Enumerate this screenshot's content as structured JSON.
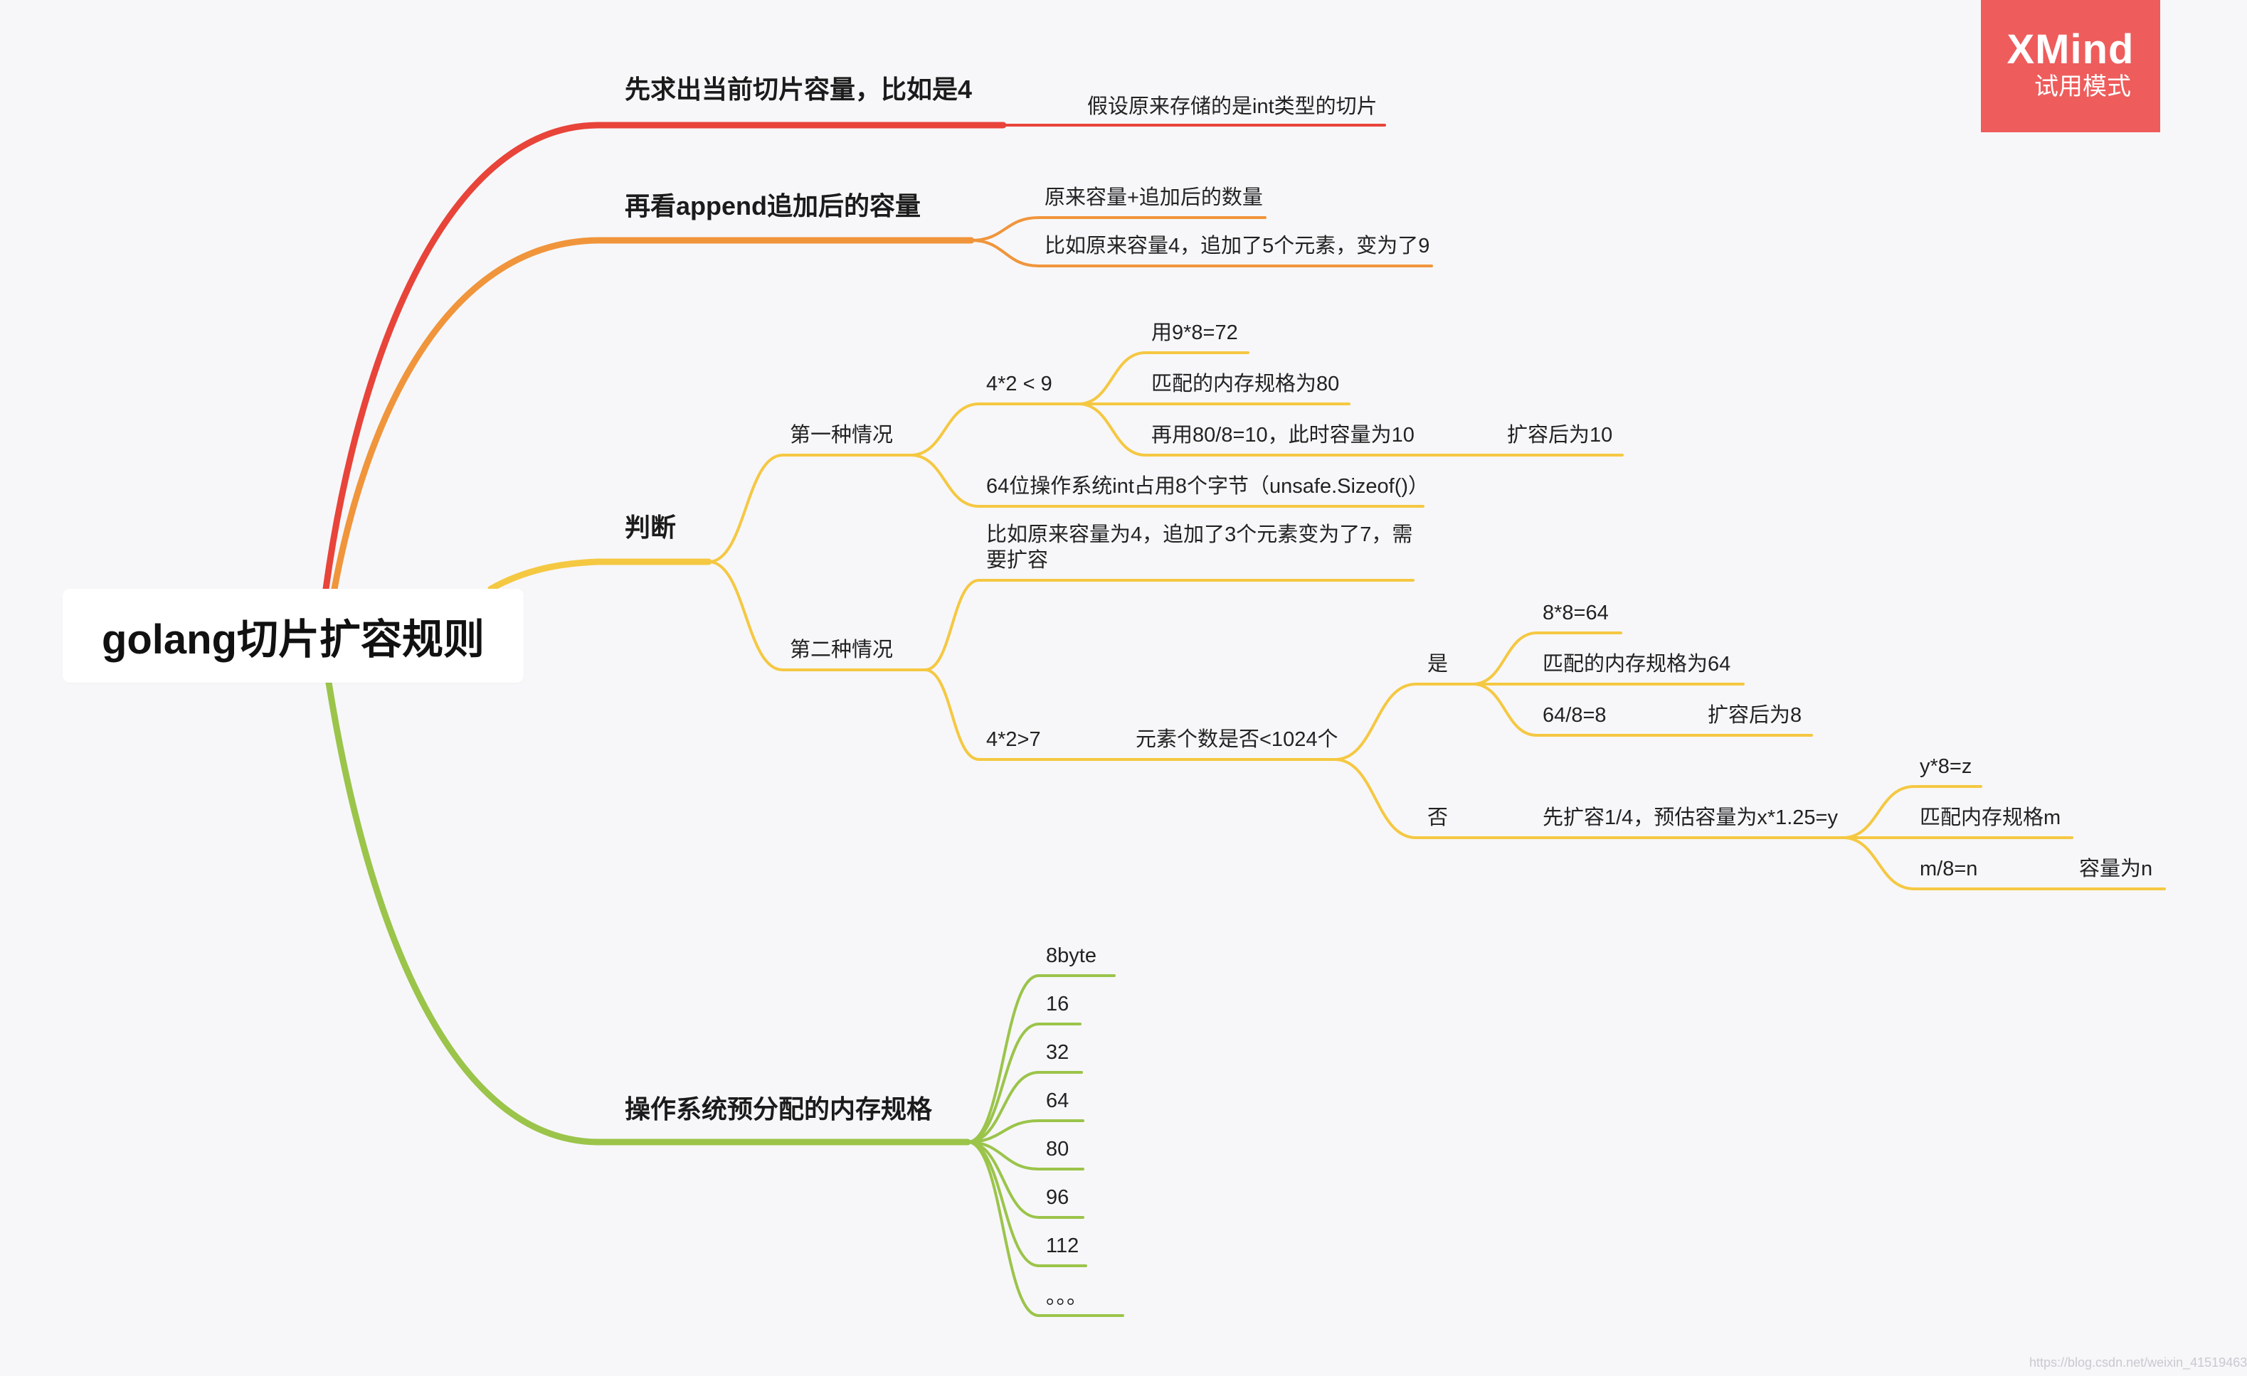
{
  "title": "golang切片扩容规则",
  "badge": {
    "brand": "XMind",
    "mode": "试用模式"
  },
  "colors": {
    "red": "#e8443a",
    "orange": "#f0953b",
    "yellow": "#f5c842",
    "green": "#9bc44a",
    "background": "#f7f7f9"
  },
  "branches": {
    "b1": {
      "label": "先求出当前切片容量，比如是4",
      "note": "假设原来存储的是int类型的切片"
    },
    "b2": {
      "label": "再看append追加后的容量",
      "items": [
        "原来容量+追加后的数量",
        "比如原来容量4，追加了5个元素，变为了9"
      ]
    },
    "b3": {
      "label": "判断",
      "case1": {
        "label": "第一种情况",
        "cond": "4*2  < 9",
        "steps": [
          "用9*8=72",
          "匹配的内存规格为80",
          "再用80/8=10，此时容量为10"
        ],
        "result": "扩容后为10",
        "note": "64位操作系统int占用8个字节（unsafe.Sizeof()）"
      },
      "case2": {
        "label": "第二种情况",
        "example": "比如原来容量为4，追加了3个元素变为了7，需要扩容",
        "cond": "4*2>7",
        "question": "元素个数是否<1024个",
        "yes": {
          "label": "是",
          "steps": [
            "8*8=64",
            "匹配的内存规格为64",
            "64/8=8"
          ],
          "result": "扩容后为8"
        },
        "no": {
          "label": "否",
          "step": "先扩容1/4，预估容量为x*1.25=y",
          "steps": [
            "y*8=z",
            "匹配内存规格m",
            "m/8=n"
          ],
          "result": "容量为n"
        }
      }
    },
    "b4": {
      "label": "操作系统预分配的内存规格",
      "items": [
        "8byte",
        "16",
        "32",
        "64",
        "80",
        "96",
        "112",
        "。。。"
      ]
    }
  },
  "watermark": "https://blog.csdn.net/weixin_41519463"
}
